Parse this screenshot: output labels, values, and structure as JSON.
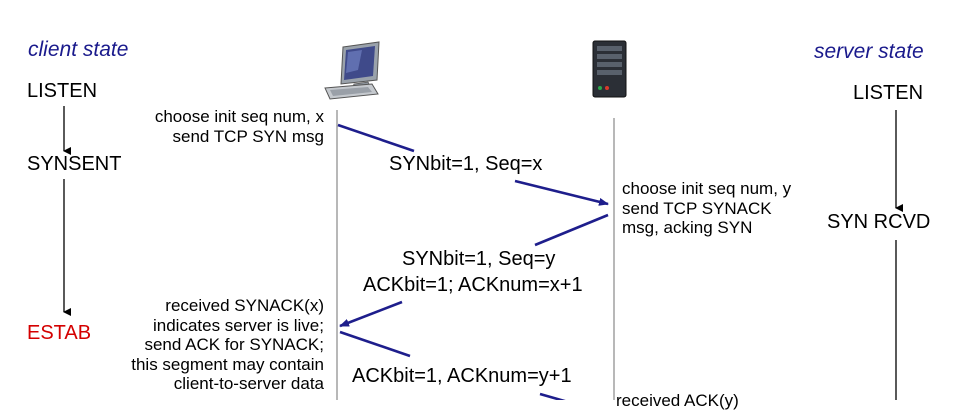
{
  "headers": {
    "client_state": "client state",
    "server_state": "server state"
  },
  "client_states": {
    "listen": "LISTEN",
    "synsent": "SYNSENT",
    "estab": "ESTAB"
  },
  "server_states": {
    "listen": "LISTEN",
    "syn_rcvd": "SYN RCVD"
  },
  "notes": {
    "client_1": "choose init seq num, x\nsend TCP SYN msg",
    "server_1": "choose init seq num, y\nsend TCP SYNACK\nmsg, acking SYN",
    "client_2": "received SYNACK(x)\nindicates server is live;\nsend ACK for SYNACK;\nthis segment may contain\nclient-to-server data",
    "server_2": "received ACK(y)"
  },
  "messages": {
    "syn": "SYNbit=1, Seq=x",
    "synack_1": "SYNbit=1, Seq=y",
    "synack_2": "ACKbit=1; ACKnum=x+1",
    "ack": "ACKbit=1, ACKnum=y+1"
  },
  "colors": {
    "arrow": "#1e1e8c",
    "estab": "#d40000",
    "header": "#1a1a8c"
  },
  "icons": {
    "client": "desktop-computer-icon",
    "server": "server-tower-icon"
  }
}
